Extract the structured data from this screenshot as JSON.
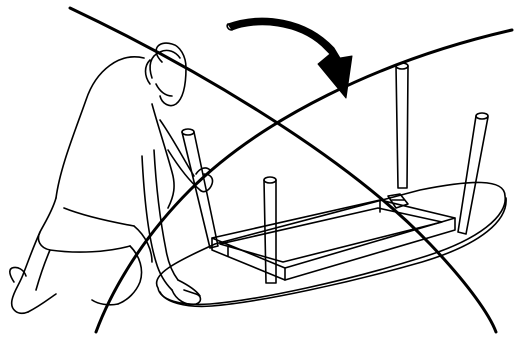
{
  "figure": {
    "kind": "assembly-instruction-illustration",
    "depicts": "person-flipping-upside-down-table",
    "warning": "crossed-out-incorrect-method",
    "colors": {
      "line": "#000000",
      "background": "#ffffff"
    },
    "icons": [
      "rotation-arrow-icon",
      "prohibition-cross-icon"
    ]
  }
}
